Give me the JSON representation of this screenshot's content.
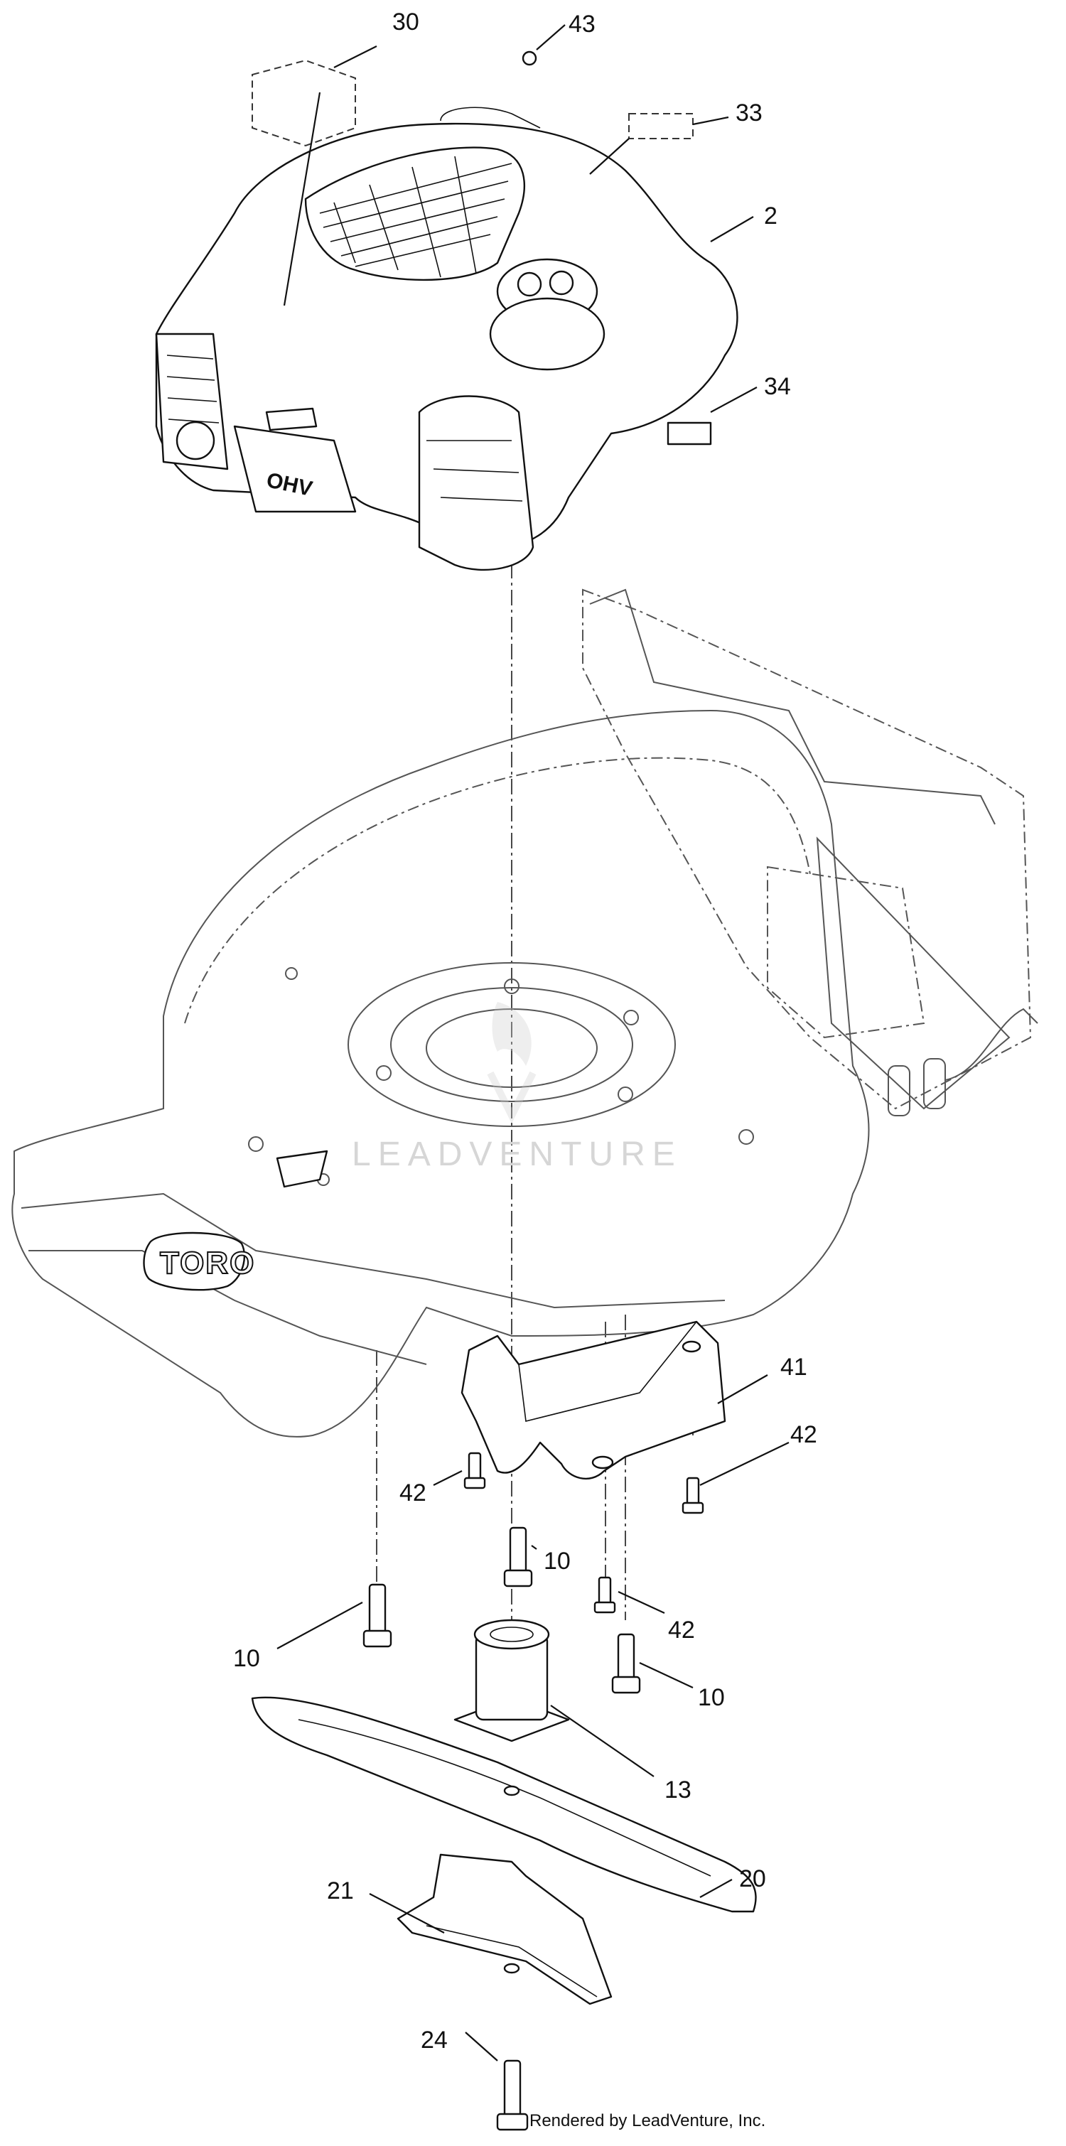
{
  "callouts": [
    {
      "id": "30",
      "label": "30"
    },
    {
      "id": "43",
      "label": "43"
    },
    {
      "id": "33",
      "label": "33"
    },
    {
      "id": "2",
      "label": "2"
    },
    {
      "id": "34",
      "label": "34"
    },
    {
      "id": "41",
      "label": "41"
    },
    {
      "id": "42a",
      "label": "42"
    },
    {
      "id": "42b",
      "label": "42"
    },
    {
      "id": "42c",
      "label": "42"
    },
    {
      "id": "10a",
      "label": "10"
    },
    {
      "id": "10b",
      "label": "10"
    },
    {
      "id": "10c",
      "label": "10"
    },
    {
      "id": "13",
      "label": "13"
    },
    {
      "id": "20",
      "label": "20"
    },
    {
      "id": "21",
      "label": "21"
    },
    {
      "id": "24",
      "label": "24"
    }
  ],
  "watermark": "LEADVENTURE",
  "deck_brand": "TORO",
  "engine_badge": "OHV",
  "footer": "Rendered by LeadVenture, Inc.",
  "colors": {
    "line": "#111111",
    "watermark": "#d6d6d6",
    "background": "#ffffff"
  }
}
